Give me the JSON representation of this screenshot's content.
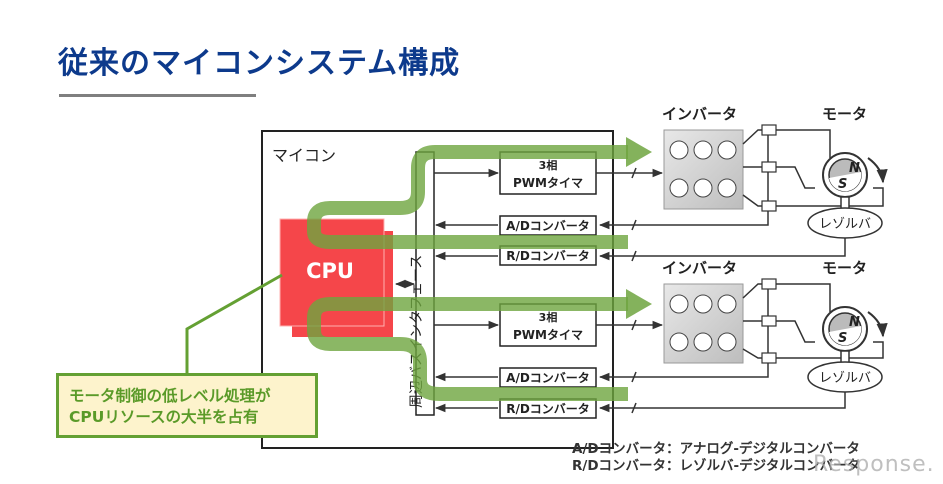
{
  "title": "従来のマイコンシステム構成",
  "microcontroller": {
    "label": "マイコン",
    "cpu_label": "CPU",
    "bus_interface_label": "周辺バスインタフェース"
  },
  "channels": [
    {
      "pwm_timer": {
        "line1": "3相",
        "line2": "PWMタイマ"
      },
      "ad_converter": "A/Dコンバータ",
      "rd_converter": "R/Dコンバータ",
      "inverter_label": "インバータ",
      "motor_label": "モータ",
      "resolver_label": "レゾルバ",
      "motor_poles": {
        "north": "N",
        "south": "S"
      }
    },
    {
      "pwm_timer": {
        "line1": "3相",
        "line2": "PWMタイマ"
      },
      "ad_converter": "A/Dコンバータ",
      "rd_converter": "R/Dコンバータ",
      "inverter_label": "インバータ",
      "motor_label": "モータ",
      "resolver_label": "レゾルバ",
      "motor_poles": {
        "north": "N",
        "south": "S"
      }
    }
  ],
  "callout": {
    "line1": "モータ制御の低レベル処理が",
    "line2": "CPUリソースの大半を占有"
  },
  "footnotes": [
    "A/Dコンバータ：アナログ-デジタルコンバータ",
    "R/Dコンバータ：レゾルバ-デジタルコンバータ"
  ],
  "watermark": "Response.",
  "colors": {
    "title": "#0d3a8c",
    "cpu": "#f5464a",
    "flow_arrow": "#6ea53f",
    "callout_fill": "#fdf3cc",
    "callout_border": "#64a033"
  }
}
